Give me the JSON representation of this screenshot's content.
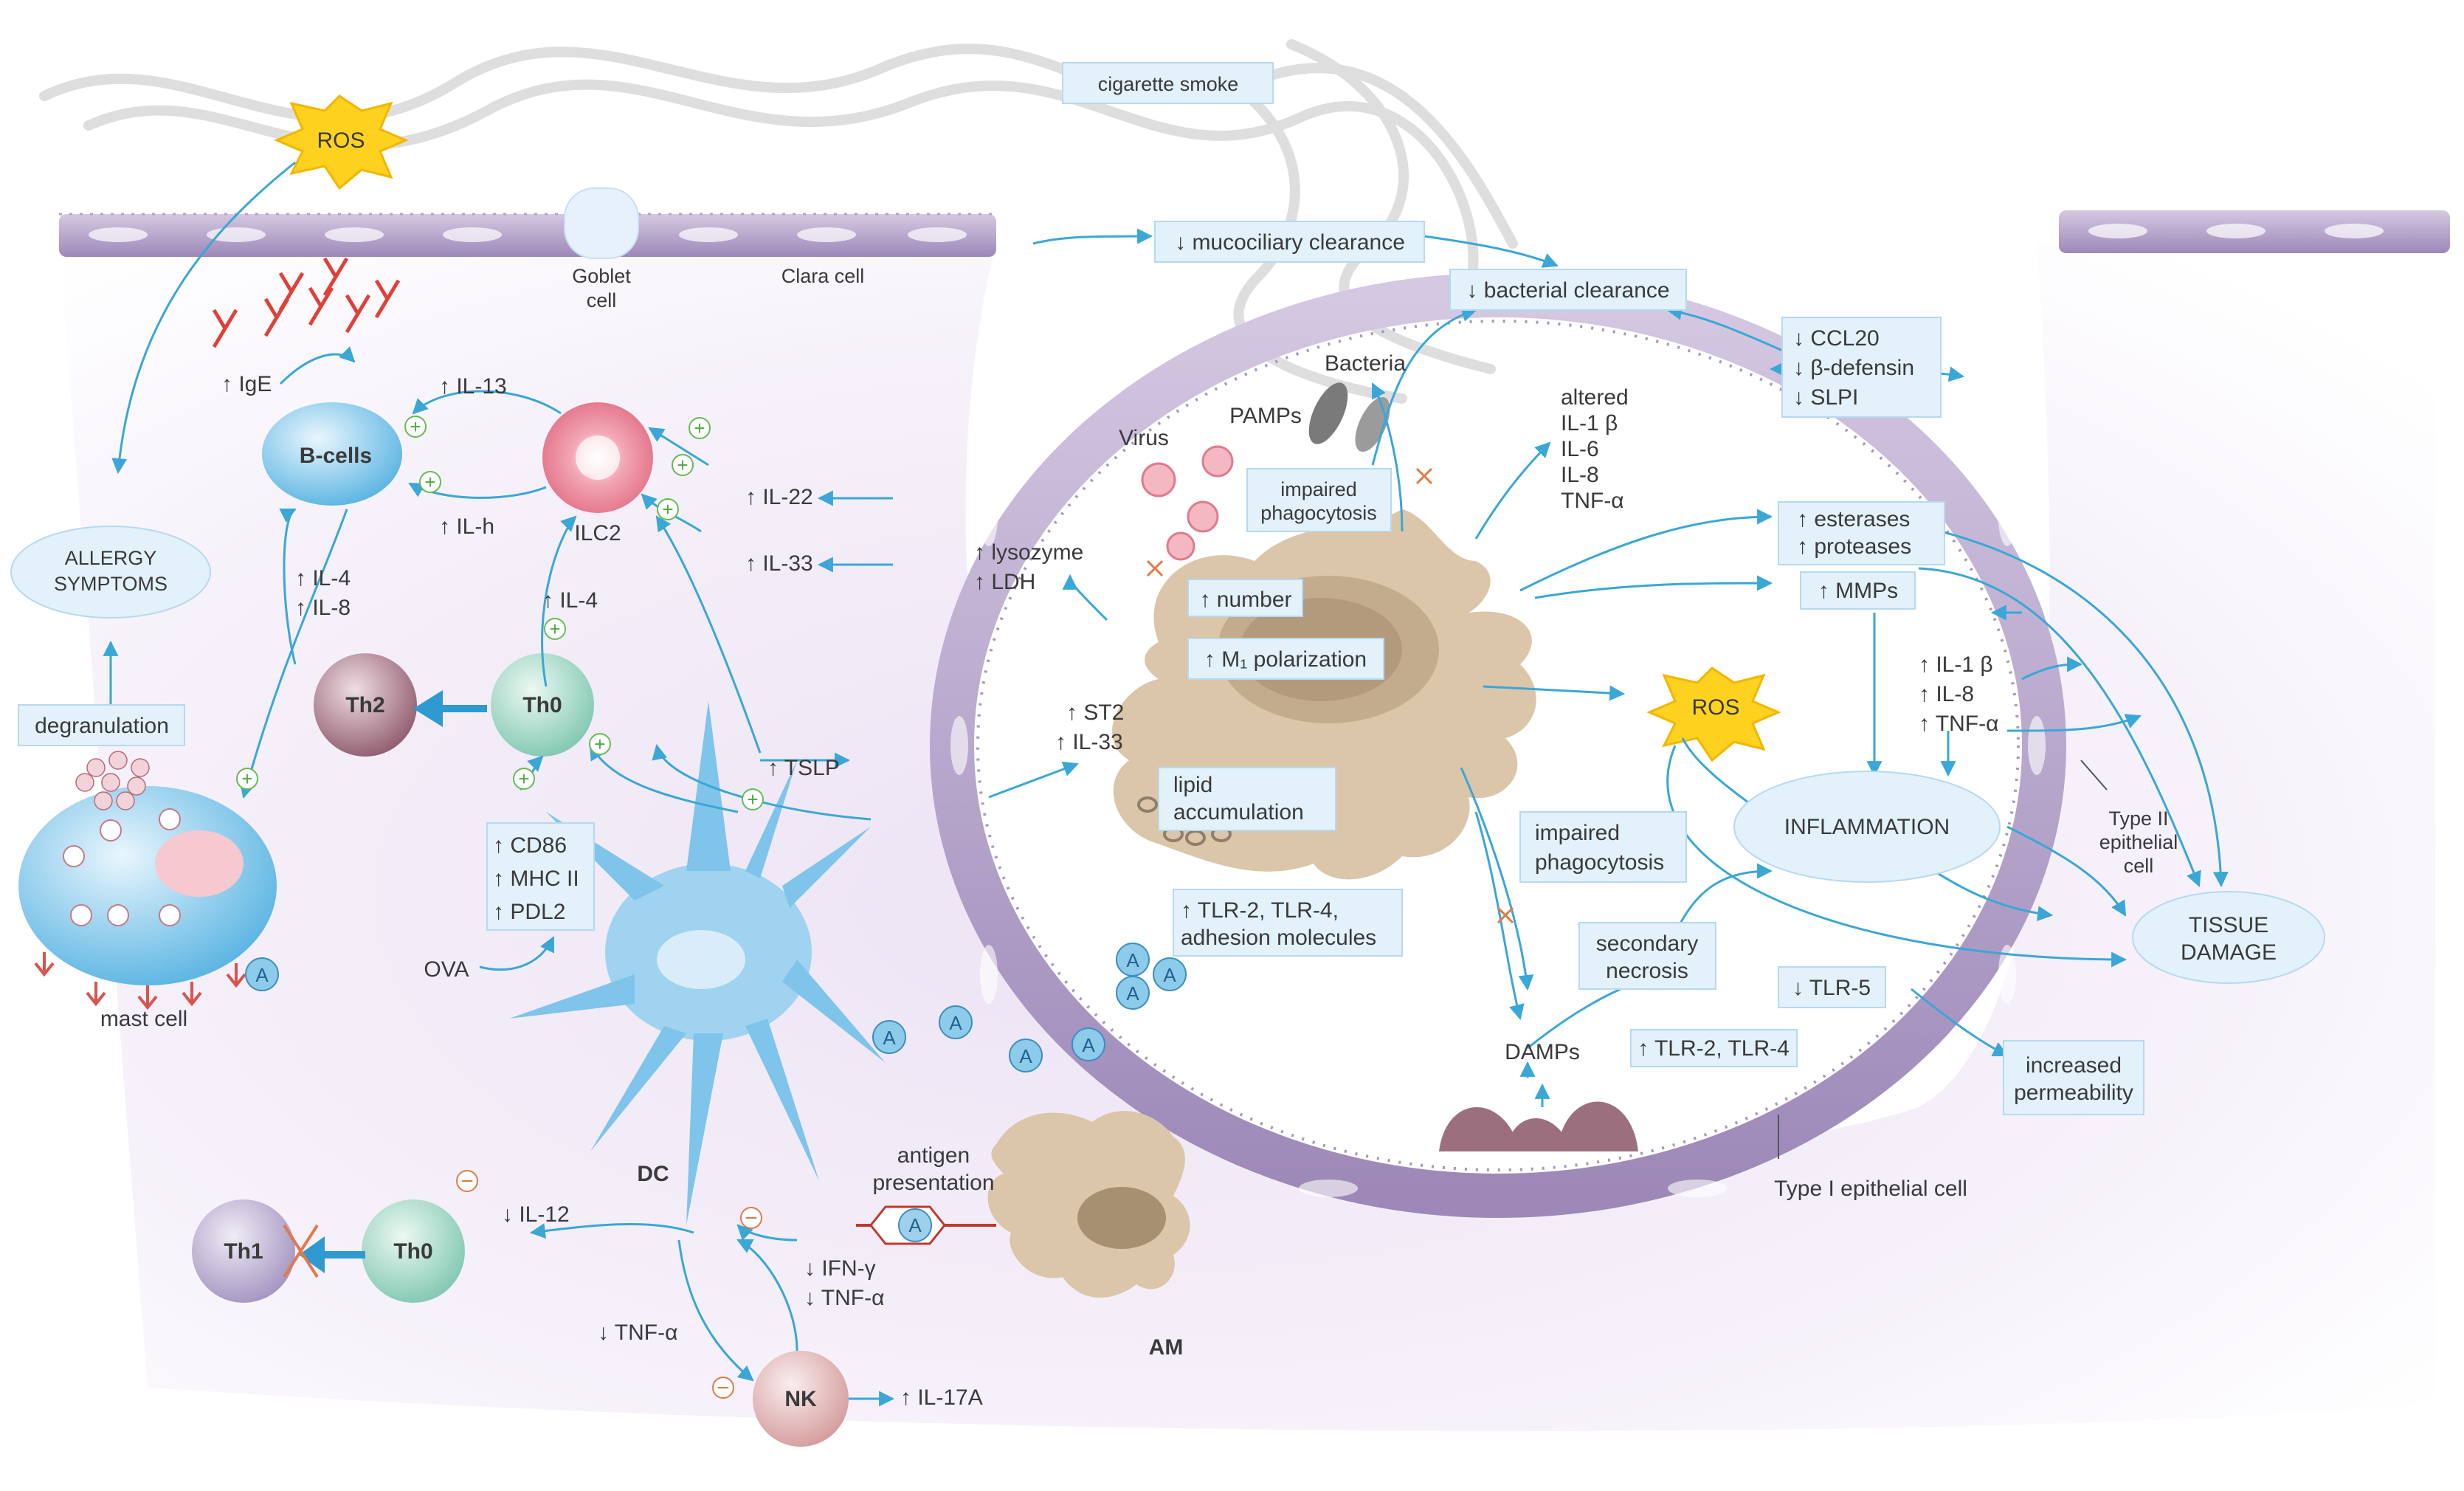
{
  "labels": {
    "ros_top": "ROS",
    "cigarette_smoke": "cigarette smoke",
    "goblet_cell": [
      "Goblet",
      "cell"
    ],
    "clara_cell": "Clara cell",
    "mucociliary": "↓ mucociliary clearance",
    "bacterial_clearance": "↓ bacterial  clearance",
    "ccl20_lines": [
      "↓ CCL20",
      "↓ β-defensin",
      "↓ SLPI"
    ],
    "bacteria": "Bacteria",
    "pamps": "PAMPs",
    "virus": "Virus",
    "impaired_phago_1": [
      "impaired",
      "phagocytosis"
    ],
    "altered_lines": [
      "altered",
      "IL-1 β",
      "IL-6",
      "IL-8",
      "TNF-α"
    ],
    "ige": "↑ IgE",
    "il13": "↑ IL-13",
    "il22": "↑ IL-22",
    "il33_left": "↑ IL-33",
    "ilh": "↑ IL-h",
    "bcells": "B-cells",
    "ilc2": "ILC2",
    "allergy": [
      "ALLERGY",
      "SYMPTOMS"
    ],
    "il4_il8": [
      "↑ IL-4",
      "↑ IL-8"
    ],
    "il4_th0": "↑ IL-4",
    "th2": "Th2",
    "th0_top": "Th0",
    "lysozyme": [
      "↑ lysozyme",
      "↑ LDH"
    ],
    "number": "↑ number",
    "m1_polarization": "↑ M₁ polarization",
    "esterases": [
      "↑ esterases",
      "↑ proteases"
    ],
    "mmps": "↑ MMPs",
    "ros_right": "ROS",
    "il1_right": [
      "↑ IL-1 β",
      "↑ IL-8",
      "↑ TNF-α"
    ],
    "degranulation": "degranulation",
    "st2": [
      "↑ ST2",
      "↑ IL-33"
    ],
    "tslp": "↑ TSLP",
    "lipid": [
      "lipid",
      "accumulation"
    ],
    "inflammation": "INFLAMMATION",
    "type2_cell": [
      "Type II",
      "epithelial",
      "cell"
    ],
    "cd86": [
      "↑ CD86",
      "↑ MHC II",
      "↑ PDL2"
    ],
    "impaired_phago_2": [
      "impaired",
      "phagocytosis"
    ],
    "tissue_damage": [
      "TISSUE",
      "DAMAGE"
    ],
    "tlr_am": [
      "↑ TLR-2, TLR-4,",
      "adhesion molecules"
    ],
    "secondary_necrosis": [
      "secondary",
      "necrosis"
    ],
    "tlr5": "↓ TLR-5",
    "mast_cell": "mast cell",
    "ova": "OVA",
    "antigen_A": "A",
    "dc": "DC",
    "damps": "DAMPs",
    "tlr_24": "↑ TLR-2, TLR-4",
    "increased_permeability": [
      "increased",
      "permeability"
    ],
    "antigen_presentation": [
      "antigen",
      "presentation"
    ],
    "type1_cell": "Type I epithelial cell",
    "th1": "Th1",
    "th0_bottom": "Th0",
    "il12": "↓ IL-12",
    "ifn": [
      "↓ IFN-γ",
      "↓ TNF-α"
    ],
    "am": "AM",
    "tnf_left": "↓ TNF-α",
    "nk": "NK",
    "il17a": "↑ IL-17A",
    "plus": "+",
    "minus": "−"
  },
  "colors": {
    "arrow": "#3aa7d6",
    "box_fill": "#e3f1fb",
    "macrophage": "#d8c4a8",
    "epithelium": "#b9a6cc",
    "ros": "#ffd21f"
  }
}
